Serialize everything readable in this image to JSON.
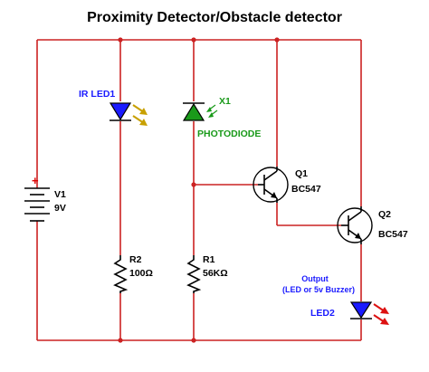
{
  "diagram": {
    "title": "Proximity Detector/Obstacle detector",
    "battery": {
      "name": "V1",
      "value": "9V",
      "plus_sign": "+"
    },
    "ir_led": {
      "name": "IR LED1"
    },
    "photodiode": {
      "name": "X1",
      "type_label": "PHOTODIODE"
    },
    "r2": {
      "name": "R2",
      "value": "100Ω"
    },
    "r1": {
      "name": "R1",
      "value": "56KΩ"
    },
    "q1": {
      "name": "Q1",
      "type_label": "BC547"
    },
    "q2": {
      "name": "Q2",
      "type_label": "BC547"
    },
    "output": {
      "line1": "Output",
      "line2": "(LED or 5v Buzzer)"
    },
    "led2": {
      "name": "LED2"
    },
    "colors": {
      "wire": "#cc2222",
      "component": "#000000",
      "ir_led_fill": "#1a1aff",
      "photodiode_fill": "#1a9a1a",
      "ir_arrow": "#c8a000",
      "output_arrow": "#dd1111",
      "led2_fill": "#1a1aff",
      "node": "#cc2222"
    }
  }
}
